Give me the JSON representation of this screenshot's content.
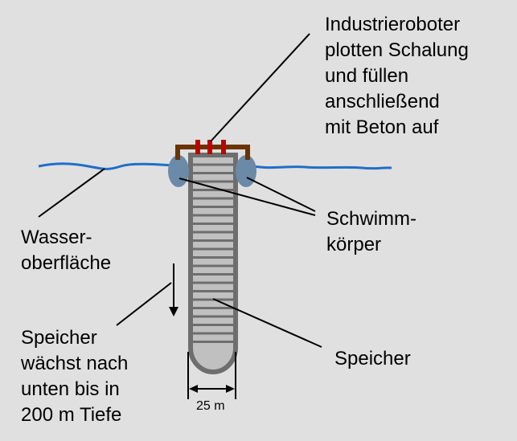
{
  "labels": {
    "robot": [
      "Industrieroboter",
      "plotten Schalung",
      "und füllen",
      "anschließend",
      "mit Beton auf"
    ],
    "water": [
      "Wasser-",
      "oberfläche"
    ],
    "floats": [
      "Schwimm-",
      "körper"
    ],
    "storage": "Speicher",
    "growth": [
      "Speicher",
      "wächst nach",
      "unten bis in",
      "200 m Tiefe"
    ],
    "width": "25 m"
  },
  "colors": {
    "background": "#e0e0e0",
    "water": "#1f6fc8",
    "float": "#6b8aa8",
    "frame": "#6b3300",
    "nozzle": "#c00000",
    "shaft": "#6e6e6e",
    "shaft_fill": "#c0c0c0"
  }
}
